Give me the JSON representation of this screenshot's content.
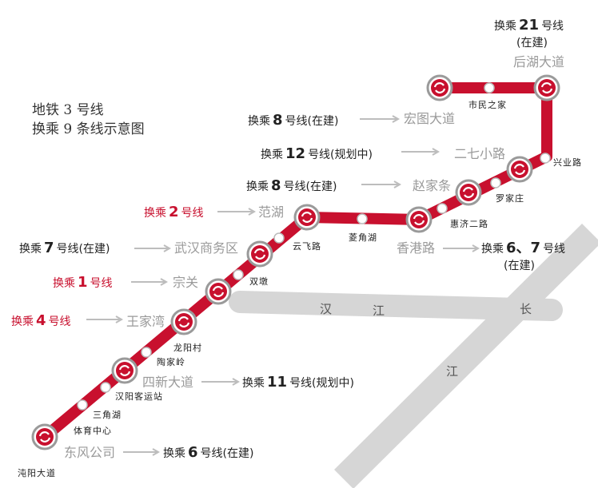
{
  "title": [
    "地铁 3 号线",
    "换乘 9 条线示意图"
  ],
  "river": [
    "汉",
    "江",
    "长",
    "江"
  ],
  "small_stations": [
    "沌阳大道",
    "体育中心",
    "三角湖",
    "汉阳客运站",
    "陶家岭",
    "龙阳村",
    "双墩",
    "云飞路",
    "菱角湖",
    "惠济二路",
    "罗家庄",
    "兴业路",
    "市民之家"
  ],
  "big_stations": [
    "东风公司",
    "四新大道",
    "王家湾",
    "宗关",
    "武汉商务区",
    "范湖",
    "香港路",
    "赵家条",
    "二七小路",
    "宏图大道",
    "后湖大道"
  ],
  "transfers": [
    {
      "id": "t21",
      "pre": "换乘",
      "num": "21",
      "post": "号线",
      "note": "(在建)",
      "color": "dark"
    },
    {
      "id": "t8a",
      "pre": "换乘",
      "num": "8",
      "post": "号线(在建)",
      "note": "",
      "color": "dark"
    },
    {
      "id": "t12",
      "pre": "换乘",
      "num": "12",
      "post": "号线(规划中)",
      "note": "",
      "color": "dark"
    },
    {
      "id": "t8b",
      "pre": "换乘",
      "num": "8",
      "post": "号线(在建)",
      "note": "",
      "color": "dark"
    },
    {
      "id": "t2",
      "pre": "换乘",
      "num": "2",
      "post": "号线",
      "note": "",
      "color": "red"
    },
    {
      "id": "t7",
      "pre": "换乘",
      "num": "7",
      "post": "号线(在建)",
      "note": "",
      "color": "dark"
    },
    {
      "id": "t67",
      "pre": "换乘",
      "num": "6、7",
      "post": "号线",
      "note": "(在建)",
      "color": "dark"
    },
    {
      "id": "t1",
      "pre": "换乘",
      "num": "1",
      "post": "号线",
      "note": "",
      "color": "red"
    },
    {
      "id": "t4",
      "pre": "换乘",
      "num": "4",
      "post": "号线",
      "note": "",
      "color": "red"
    },
    {
      "id": "t11",
      "pre": "换乘",
      "num": "11",
      "post": "号线(规划中)",
      "note": "",
      "color": "dark"
    },
    {
      "id": "t6",
      "pre": "换乘",
      "num": "6",
      "post": "号线(在建)",
      "note": "",
      "color": "dark"
    }
  ],
  "colors": {
    "line": "#c8102e",
    "river": "#d6d6d6",
    "arrow": "#bdbdbd",
    "text_red": "#c8102e",
    "text_dark": "#222222",
    "text_gray": "#9a9a9a"
  }
}
